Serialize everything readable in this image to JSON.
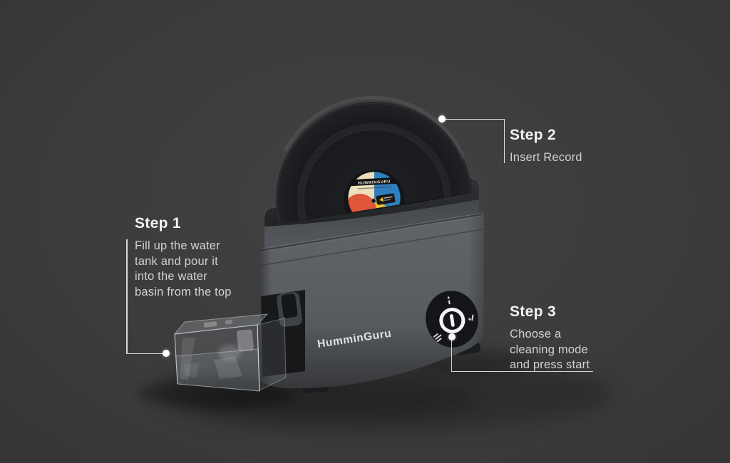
{
  "steps": [
    {
      "label": "Step 1",
      "description": "Fill up the water\ntank and pour it\ninto the water\nbasin from the top"
    },
    {
      "label": "Step 2",
      "description": "Insert Record"
    },
    {
      "label": "Step 3",
      "description": "Choose a\ncleaning mode\nand press start"
    }
  ],
  "device": {
    "brand_logo": "HumminGuru",
    "record_label_text": "HUMMINGURU",
    "colors": {
      "body_gray": "#5b5e63",
      "label_cream": "#ecdfbc",
      "label_blue": "#2f80bf",
      "label_red": "#df5639",
      "label_yellow": "#edc233"
    }
  }
}
